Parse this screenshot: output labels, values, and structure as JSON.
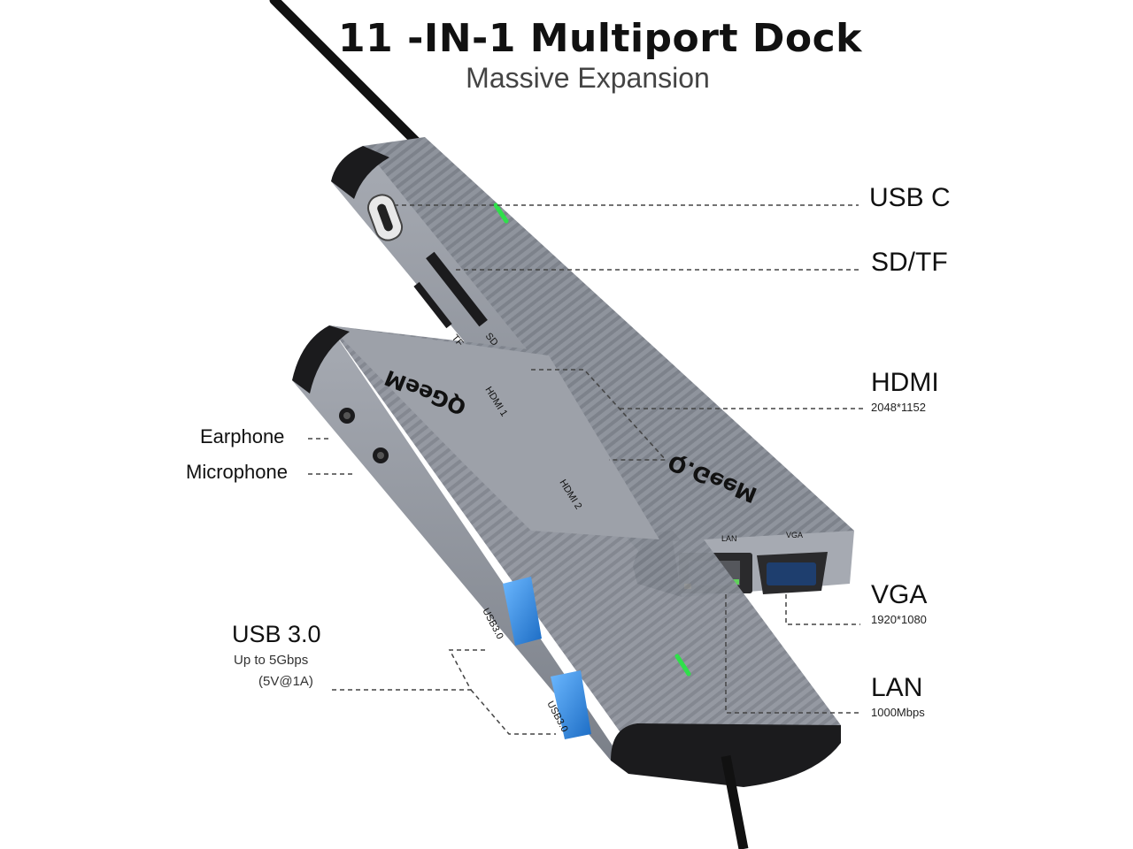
{
  "title": "11 -IN-1 Multiport Dock",
  "subtitle": "Massive Expansion",
  "brand": "Q.GeeM",
  "brand_mirrored": "QGeeM",
  "colors": {
    "body": "#8e939c",
    "body_dark": "#6c7079",
    "cap": "#1b1b1d",
    "usb_blue": "#3a8fe0",
    "led_green": "#2fe04a"
  },
  "callouts_right": [
    {
      "key": "usb_c",
      "label": "USB C",
      "detail": ""
    },
    {
      "key": "sd_tf",
      "label": "SD/TF",
      "detail": ""
    },
    {
      "key": "hdmi",
      "label": "HDMI",
      "detail": "2048*1152"
    },
    {
      "key": "vga",
      "label": "VGA",
      "detail": "1920*1080"
    },
    {
      "key": "lan",
      "label": "LAN",
      "detail": "1000Mbps"
    }
  ],
  "callouts_left": [
    {
      "key": "earphone",
      "label": "Earphone"
    },
    {
      "key": "microphone",
      "label": "Microphone"
    },
    {
      "key": "usb30",
      "label": "USB 3.0",
      "detail1": "Up to 5Gbps",
      "detail2": "(5V@1A)"
    }
  ],
  "port_labels": {
    "tf": "TF",
    "sd": "SD",
    "hdmi1": "HDMI 1",
    "hdmi2": "HDMI 2",
    "lan": "LAN",
    "vga": "VGA",
    "usb_a": "USB3.0"
  }
}
